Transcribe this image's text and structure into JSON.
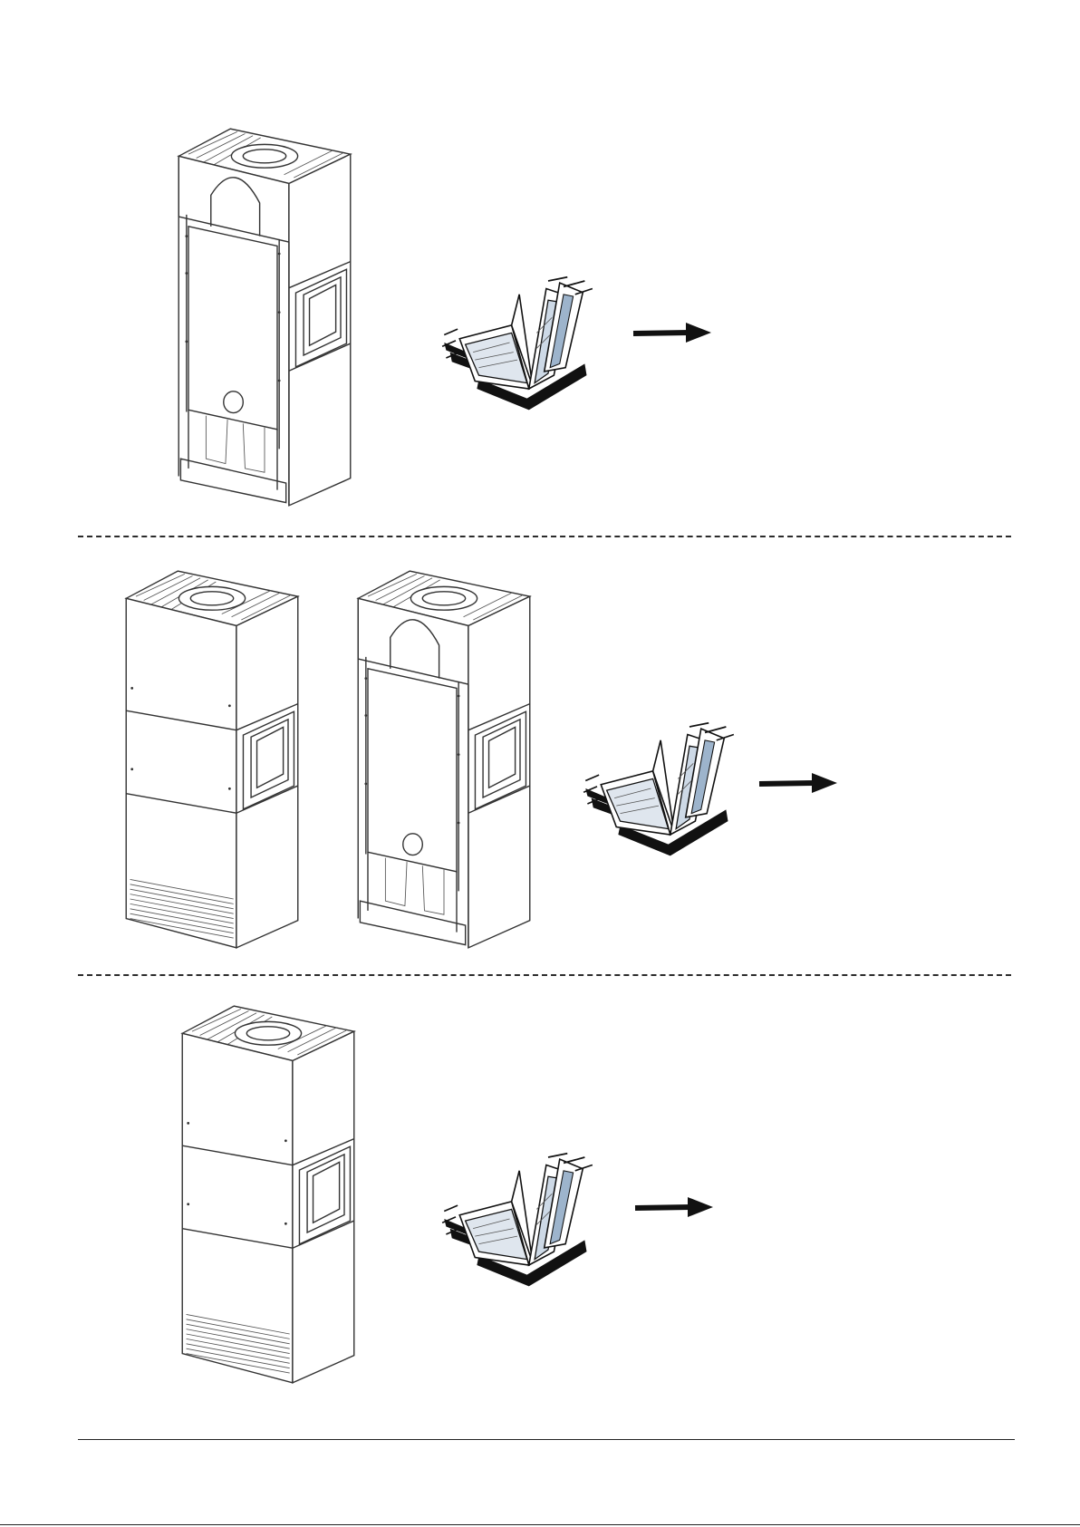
{
  "page": {
    "sections": [
      {
        "id": "open",
        "stove_variants": [
          "stove-open"
        ]
      },
      {
        "id": "pair",
        "stove_variants": [
          "stove-closed",
          "stove-open"
        ]
      },
      {
        "id": "closed",
        "stove_variants": [
          "stove-closed"
        ]
      }
    ],
    "icons": {
      "manual": "open-book-icon",
      "arrow": "arrow-right-icon"
    }
  }
}
